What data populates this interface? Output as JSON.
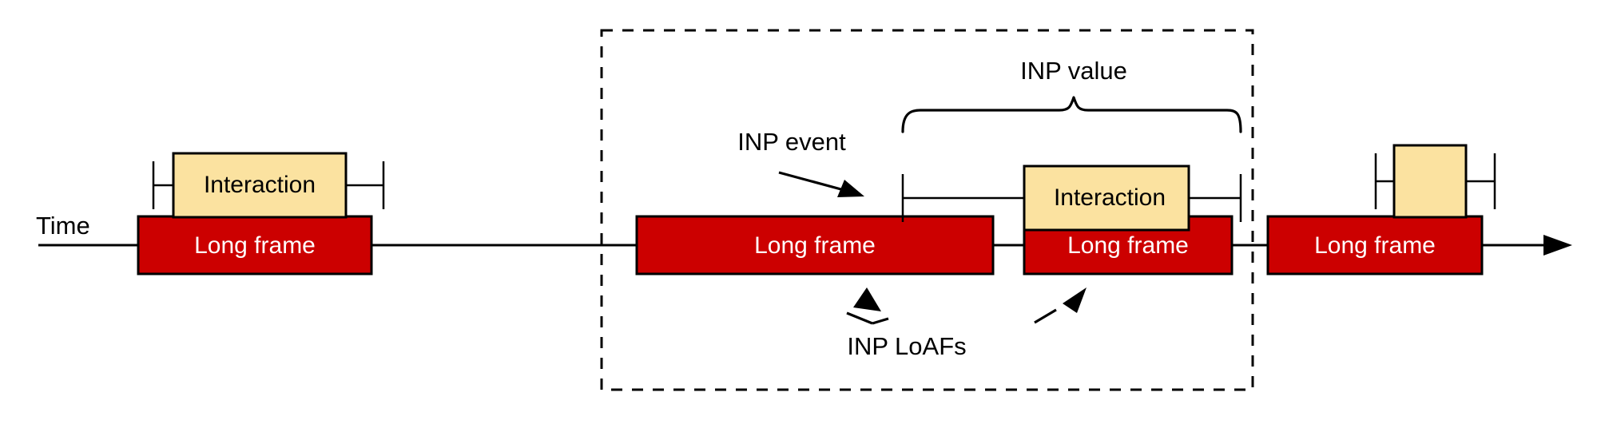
{
  "diagram": {
    "title_hidden": "INP attribution timeline with long animation frames",
    "axis": {
      "time_label": "Time"
    },
    "colors": {
      "long_frame_fill": "#CC0000",
      "interaction_fill": "#FBE2A0",
      "stroke": "#000000",
      "background": "#FFFFFF",
      "frame_label_text": "#FFFFFF"
    },
    "labels": {
      "long_frame": "Long frame",
      "interaction": "Interaction",
      "inp_value": "INP value",
      "inp_event": "INP event",
      "inp_loafs": "INP LoAFs"
    },
    "groups": [
      {
        "id": "group-1",
        "name": "leading-long-frame",
        "frame_label": "Long frame",
        "interaction_label": "Interaction",
        "has_interaction": true,
        "inside_inp_region": false
      },
      {
        "id": "group-2",
        "name": "inp-loaf-first",
        "frame_label": "Long frame",
        "has_interaction": false,
        "inside_inp_region": true
      },
      {
        "id": "group-3",
        "name": "inp-loaf-second",
        "frame_label": "Long frame",
        "interaction_label": "Interaction",
        "has_interaction": true,
        "inside_inp_region": true
      },
      {
        "id": "group-4",
        "name": "trailing-long-frame",
        "frame_label": "Long frame",
        "interaction_label": "",
        "has_interaction": true,
        "inside_inp_region": false
      }
    ],
    "annotations": [
      {
        "id": "inp-value",
        "text": "INP value",
        "kind": "brace-label"
      },
      {
        "id": "inp-event",
        "text": "INP event",
        "kind": "arrow-label"
      },
      {
        "id": "inp-loafs",
        "text": "INP LoAFs",
        "kind": "arrow-label"
      }
    ],
    "region": {
      "name": "inp-attribution-region",
      "style": "dashed"
    }
  }
}
